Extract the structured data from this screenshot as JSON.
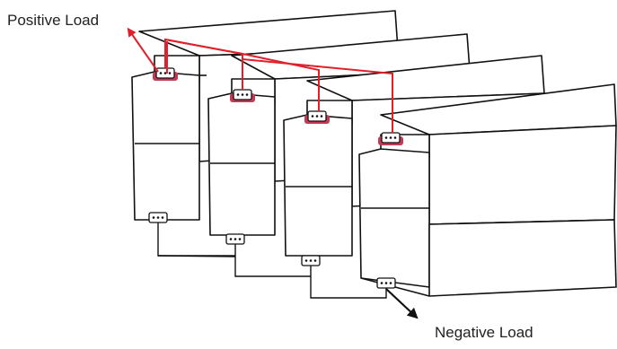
{
  "labels": {
    "positive_load": "Positive Load",
    "negative_load": "Negative Load"
  },
  "battery_count": 4,
  "colors": {
    "wire": "#e0202a",
    "terminal_pad": "#c43a55",
    "outline": "#111111",
    "fill": "#ffffff"
  },
  "icons": {
    "terminal": "terminal-connector-icon",
    "arrow": "arrow-icon"
  }
}
